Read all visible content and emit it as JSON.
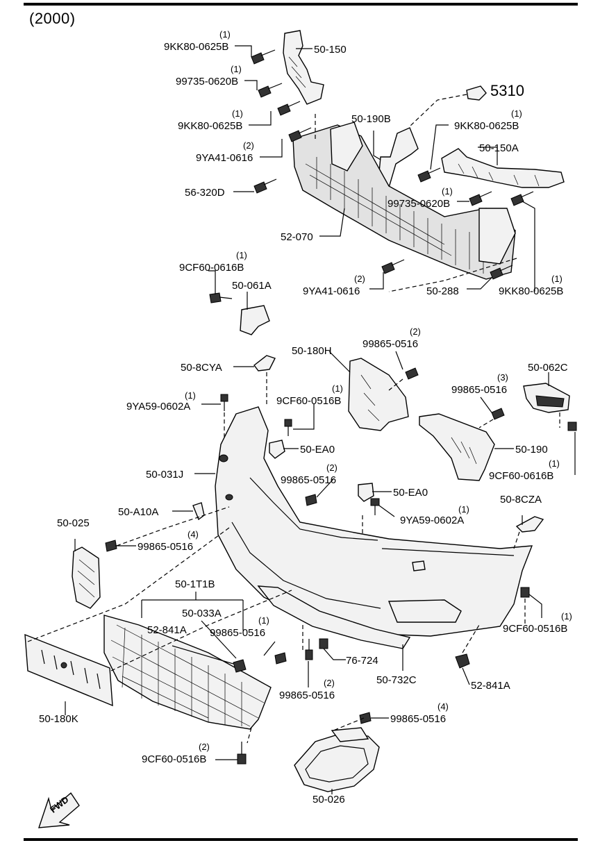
{
  "diagram": {
    "year_label": "(2000)",
    "reference": "5310",
    "fwd_label": "FWD",
    "callouts": [
      {
        "part": "9KK80-0625B",
        "qty": "(1)"
      },
      {
        "part": "50-150",
        "qty": ""
      },
      {
        "part": "99735-0620B",
        "qty": "(1)"
      },
      {
        "part": "9KK80-0625B",
        "qty": "(1)"
      },
      {
        "part": "9YA41-0616",
        "qty": "(2)"
      },
      {
        "part": "56-320D",
        "qty": ""
      },
      {
        "part": "50-190B",
        "qty": ""
      },
      {
        "part": "9KK80-0625B",
        "qty": "(1)"
      },
      {
        "part": "50-150A",
        "qty": ""
      },
      {
        "part": "99735-0620B",
        "qty": "(1)"
      },
      {
        "part": "52-070",
        "qty": ""
      },
      {
        "part": "9CF60-0616B",
        "qty": "(1)"
      },
      {
        "part": "50-061A",
        "qty": ""
      },
      {
        "part": "9YA41-0616",
        "qty": "(2)"
      },
      {
        "part": "50-288",
        "qty": ""
      },
      {
        "part": "9KK80-0625B",
        "qty": "(1)"
      },
      {
        "part": "50-180H",
        "qty": ""
      },
      {
        "part": "99865-0516",
        "qty": "(2)"
      },
      {
        "part": "50-062C",
        "qty": ""
      },
      {
        "part": "50-8CYA",
        "qty": ""
      },
      {
        "part": "9YA59-0602A",
        "qty": "(1)"
      },
      {
        "part": "9CF60-0516B",
        "qty": "(1)"
      },
      {
        "part": "99865-0516",
        "qty": "(3)"
      },
      {
        "part": "50-EA0",
        "qty": ""
      },
      {
        "part": "50-190",
        "qty": ""
      },
      {
        "part": "50-031J",
        "qty": ""
      },
      {
        "part": "99865-0516",
        "qty": "(2)"
      },
      {
        "part": "9CF60-0616B",
        "qty": "(1)"
      },
      {
        "part": "50-EA0",
        "qty": ""
      },
      {
        "part": "50-A10A",
        "qty": ""
      },
      {
        "part": "9YA59-0602A",
        "qty": "(1)"
      },
      {
        "part": "50-8CZA",
        "qty": ""
      },
      {
        "part": "50-025",
        "qty": ""
      },
      {
        "part": "99865-0516",
        "qty": "(4)"
      },
      {
        "part": "50-1T1B",
        "qty": ""
      },
      {
        "part": "50-033A",
        "qty": ""
      },
      {
        "part": "52-841A",
        "qty": ""
      },
      {
        "part": "99865-0516",
        "qty": "(1)"
      },
      {
        "part": "9CF60-0516B",
        "qty": "(1)"
      },
      {
        "part": "76-724",
        "qty": ""
      },
      {
        "part": "50-732C",
        "qty": ""
      },
      {
        "part": "52-841A",
        "qty": ""
      },
      {
        "part": "99865-0516",
        "qty": "(2)"
      },
      {
        "part": "50-180K",
        "qty": ""
      },
      {
        "part": "99865-0516",
        "qty": "(4)"
      },
      {
        "part": "9CF60-0516B",
        "qty": "(2)"
      },
      {
        "part": "50-026",
        "qty": ""
      }
    ]
  }
}
